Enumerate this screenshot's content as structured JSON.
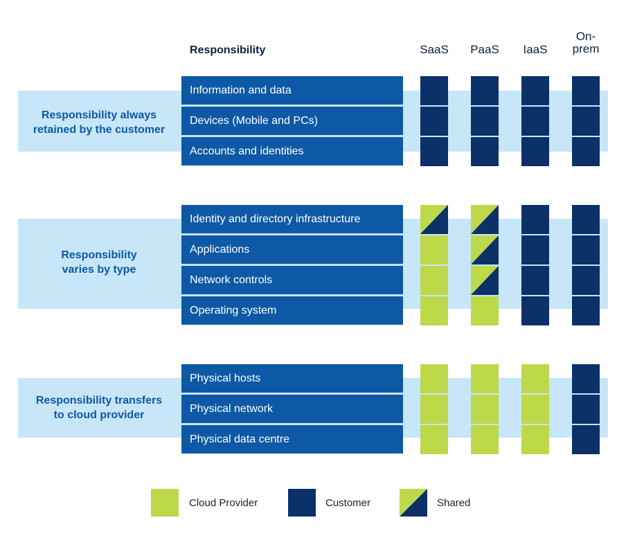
{
  "header": {
    "responsibility": "Responsibility",
    "columns": [
      "SaaS",
      "PaaS",
      "IaaS",
      "On-\nprem"
    ]
  },
  "groups": [
    {
      "label": "Responsibility always\nretained by the customer",
      "rows": [
        {
          "label": "Information and data",
          "cells": [
            "customer",
            "customer",
            "customer",
            "customer"
          ]
        },
        {
          "label": "Devices (Mobile and PCs)",
          "cells": [
            "customer",
            "customer",
            "customer",
            "customer"
          ]
        },
        {
          "label": "Accounts and identities",
          "cells": [
            "customer",
            "customer",
            "customer",
            "customer"
          ]
        }
      ]
    },
    {
      "label": "Responsibility\nvaries by type",
      "rows": [
        {
          "label": "Identity and directory infrastructure",
          "cells": [
            "shared",
            "shared",
            "customer",
            "customer"
          ]
        },
        {
          "label": "Applications",
          "cells": [
            "provider",
            "shared",
            "customer",
            "customer"
          ]
        },
        {
          "label": "Network controls",
          "cells": [
            "provider",
            "shared",
            "customer",
            "customer"
          ]
        },
        {
          "label": "Operating system",
          "cells": [
            "provider",
            "provider",
            "customer",
            "customer"
          ]
        }
      ]
    },
    {
      "label": "Responsibility transfers\nto cloud provider",
      "rows": [
        {
          "label": "Physical hosts",
          "cells": [
            "provider",
            "provider",
            "provider",
            "customer"
          ]
        },
        {
          "label": "Physical network",
          "cells": [
            "provider",
            "provider",
            "provider",
            "customer"
          ]
        },
        {
          "label": "Physical data centre",
          "cells": [
            "provider",
            "provider",
            "provider",
            "customer"
          ]
        }
      ]
    }
  ],
  "legend": [
    {
      "key": "provider",
      "label": "Cloud Provider"
    },
    {
      "key": "customer",
      "label": "Customer"
    },
    {
      "key": "shared",
      "label": "Shared"
    }
  ],
  "colors": {
    "provider": "#bdd94a",
    "customer": "#0b3168",
    "row": "#0e59a5",
    "band": "#c7e6f7",
    "group_text": "#0e58a6"
  }
}
